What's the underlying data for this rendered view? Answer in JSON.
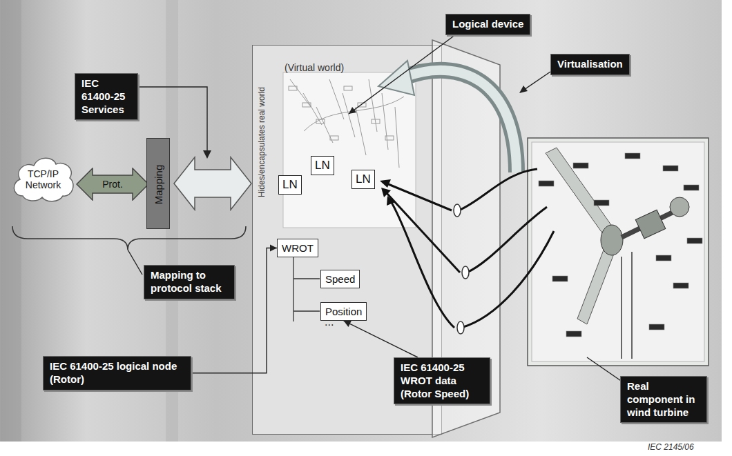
{
  "diagram": {
    "nodes": [
      {
        "text": [
          "Logical device"
        ]
      },
      {
        "text": [
          "IEC 61400-25 Services"
        ]
      },
      {
        "text": [
          "Virtualisation"
        ]
      },
      {
        "text": [
          "TCP/IP Network"
        ]
      },
      {
        "text": [
          "Prot."
        ]
      },
      {
        "text": [
          "Mapping"
        ]
      },
      {
        "text": [
          "(Virtual world)",
          "Hides/encapsulates real world"
        ]
      },
      {
        "text": [
          "LN"
        ],
        "in": 6
      },
      {
        "text": [
          "LN"
        ],
        "in": 6
      },
      {
        "text": [
          "LN"
        ],
        "in": 6
      },
      {
        "text": [
          "WROT"
        ],
        "in": 6
      },
      {
        "text": [
          "Speed"
        ],
        "in": 6
      },
      {
        "text": [
          "Position"
        ],
        "in": 6
      },
      {
        "text": [
          "Mapping to protocol stack"
        ]
      },
      {
        "text": [
          "IEC 61400-25 logical node (Rotor)"
        ]
      },
      {
        "text": [
          "IEC 61400-25 WROT data (Rotor Speed)"
        ]
      },
      {
        "text": [
          "Real component in wind turbine"
        ]
      }
    ],
    "edges": [
      {
        "from": 5,
        "to": 6,
        "arrow": "both"
      },
      {
        "from": 0,
        "to": 6,
        "arrow": "to"
      },
      {
        "from": 14,
        "to": 10,
        "arrow": "to"
      },
      {
        "from": 15,
        "to": 12,
        "arrow": "to"
      }
    ],
    "labels": [
      "...",
      "IEC 2145/06"
    ]
  }
}
